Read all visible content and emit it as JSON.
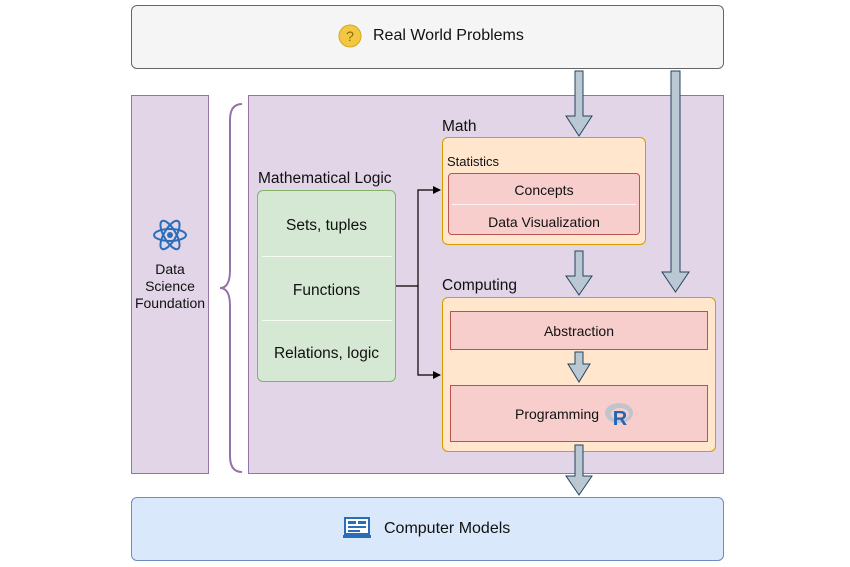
{
  "real_world": {
    "label": "Real World Problems",
    "icon": "question-icon",
    "icon_glyph": "?"
  },
  "foundation": {
    "line1": "Data",
    "line2": "Science",
    "line3": "Foundation",
    "icon": "atom-icon"
  },
  "math_logic": {
    "title": "Mathematical Logic",
    "items": [
      "Sets, tuples",
      "Functions",
      "Relations, logic"
    ]
  },
  "math": {
    "title": "Math",
    "statistics": {
      "title": "Statistics",
      "items": [
        "Concepts",
        "Data Visualization"
      ]
    }
  },
  "computing": {
    "title": "Computing",
    "abstraction": "Abstraction",
    "programming": "Programming",
    "r_logo_letter": "R"
  },
  "computer_models": {
    "label": "Computer Models",
    "icon": "computer-screen-icon"
  },
  "colors": {
    "top_fill": "#f5f5f5",
    "bottom_fill": "#dae8fc",
    "panel_fill": "#e1d5e7",
    "green_fill": "#d5e8d4",
    "orange_fill": "#ffe6cc",
    "red_fill": "#f8cecc",
    "arrow_fill": "#bac8d3",
    "arrow_stroke": "#23445d"
  }
}
